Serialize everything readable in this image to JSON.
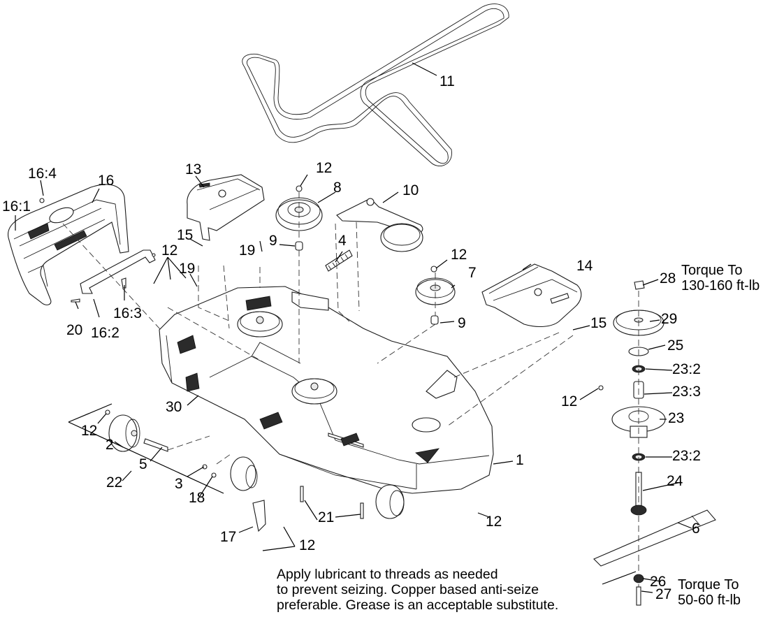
{
  "diagram": {
    "type": "exploded parts diagram",
    "subject": "mower deck assembly",
    "callouts": [
      {
        "id": "c11",
        "label": "11",
        "part": "drive belt"
      },
      {
        "id": "c16-4",
        "label": "16:4"
      },
      {
        "id": "c16",
        "label": "16",
        "part": "belt cover (left)"
      },
      {
        "id": "c16-1",
        "label": "16:1"
      },
      {
        "id": "c13",
        "label": "13",
        "part": "belt cover (center)"
      },
      {
        "id": "c12a",
        "label": "12"
      },
      {
        "id": "c8",
        "label": "8",
        "part": "idler pulley"
      },
      {
        "id": "c10",
        "label": "10",
        "part": "idler arm"
      },
      {
        "id": "c15a",
        "label": "15"
      },
      {
        "id": "c9a",
        "label": "9"
      },
      {
        "id": "c4",
        "label": "4",
        "part": "spring"
      },
      {
        "id": "c19a",
        "label": "19"
      },
      {
        "id": "c12b",
        "label": "12"
      },
      {
        "id": "c19b",
        "label": "19"
      },
      {
        "id": "c12c",
        "label": "12"
      },
      {
        "id": "c7",
        "label": "7",
        "part": "flat idler pulley"
      },
      {
        "id": "c14",
        "label": "14",
        "part": "belt cover (right)"
      },
      {
        "id": "c9b",
        "label": "9"
      },
      {
        "id": "c15b",
        "label": "15"
      },
      {
        "id": "c16-3",
        "label": "16:3"
      },
      {
        "id": "c20",
        "label": "20"
      },
      {
        "id": "c16-2",
        "label": "16:2"
      },
      {
        "id": "c30",
        "label": "30",
        "part": "decal"
      },
      {
        "id": "c12d",
        "label": "12"
      },
      {
        "id": "c2",
        "label": "2",
        "part": "anti-scalp wheel"
      },
      {
        "id": "c5",
        "label": "5",
        "part": "axle bolt"
      },
      {
        "id": "c22",
        "label": "22",
        "part": "wheel kit"
      },
      {
        "id": "c3",
        "label": "3"
      },
      {
        "id": "c18",
        "label": "18"
      },
      {
        "id": "c1",
        "label": "1",
        "part": "deck"
      },
      {
        "id": "c21",
        "label": "21"
      },
      {
        "id": "c12e",
        "label": "12"
      },
      {
        "id": "c17",
        "label": "17"
      },
      {
        "id": "c12f",
        "label": "12"
      },
      {
        "id": "c28",
        "label": "28",
        "part": "spindle nut"
      },
      {
        "id": "c29",
        "label": "29",
        "part": "spindle pulley"
      },
      {
        "id": "c25",
        "label": "25"
      },
      {
        "id": "c23-2a",
        "label": "23:2",
        "part": "bearing"
      },
      {
        "id": "c23-3",
        "label": "23:3",
        "part": "spacer"
      },
      {
        "id": "c12g",
        "label": "12"
      },
      {
        "id": "c23",
        "label": "23",
        "part": "spindle housing"
      },
      {
        "id": "c23-2b",
        "label": "23:2",
        "part": "bearing"
      },
      {
        "id": "c24",
        "label": "24",
        "part": "spindle shaft"
      },
      {
        "id": "c6",
        "label": "6",
        "part": "blade"
      },
      {
        "id": "c26",
        "label": "26"
      },
      {
        "id": "c27",
        "label": "27",
        "part": "blade bolt"
      }
    ],
    "torque_notes": {
      "spindle_nut": {
        "line1": "Torque To",
        "line2": "130-160 ft-lb"
      },
      "blade_bolt": {
        "line1": "Torque To",
        "line2": "50-60 ft-lb"
      }
    },
    "lubricant_note": [
      "Apply lubricant to threads as needed",
      "to prevent seizing. Copper based anti-seize",
      "preferable. Grease is an acceptable substitute."
    ]
  }
}
